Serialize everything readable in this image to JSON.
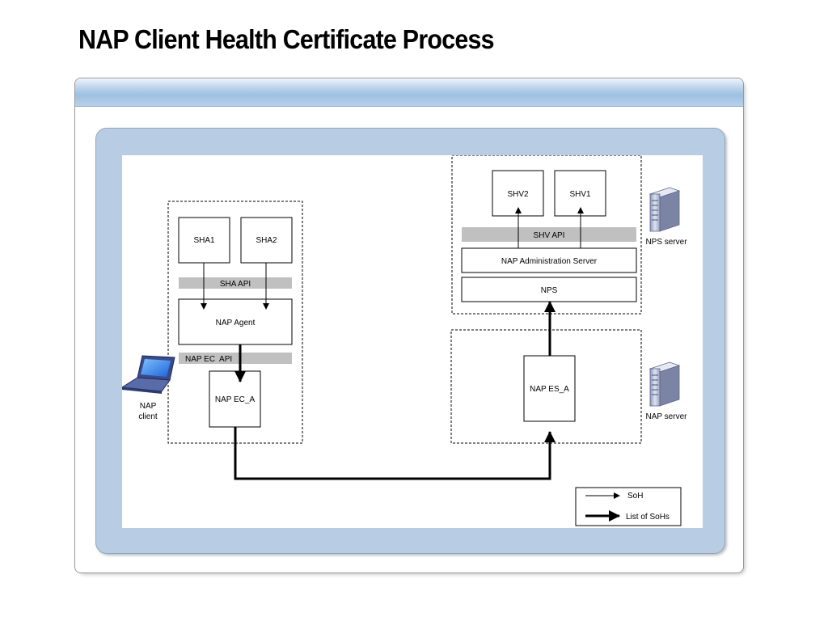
{
  "title": "NAP Client Health Certificate Process",
  "diagram": {
    "sha1": "SHA1",
    "sha2": "SHA2",
    "sha_api": "SHA API",
    "nap_agent": "NAP Agent",
    "nap_ec_api": "NAP EC  API",
    "nap_ec_a": "NAP EC_A",
    "nap_client": [
      "NAP",
      "client"
    ],
    "shv2": "SHV2",
    "shv1": "SHV1",
    "shv_api": "SHV API",
    "nap_admin_server": "NAP Administration Server",
    "nps": "NPS",
    "nps_server": "NPS server",
    "nap_es_a": "NAP ES_A",
    "nap_server": "NAP server"
  },
  "legend": {
    "soh": "SoH",
    "list_of_sohs": "List of SoHs"
  },
  "colors": {
    "api_bar": "#c0c0c0",
    "header_blue": "#9dbfe2",
    "frame_blue": "#b8cde3"
  }
}
